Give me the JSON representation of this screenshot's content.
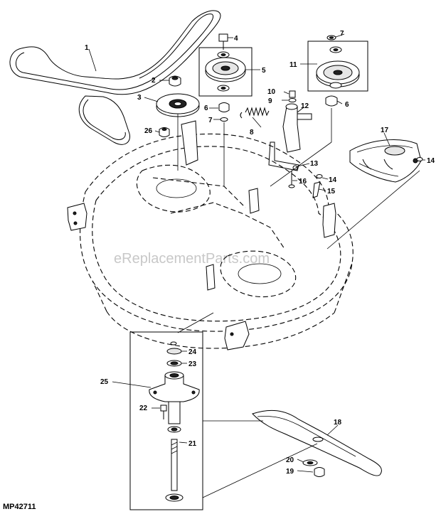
{
  "diagram": {
    "code": "MP42711",
    "watermark": "eReplacementParts.com",
    "callouts": [
      "1",
      "2",
      "3",
      "4",
      "5",
      "6",
      "6",
      "7",
      "7",
      "8",
      "9",
      "10",
      "11",
      "12",
      "13",
      "14",
      "14",
      "15",
      "16",
      "17",
      "18",
      "19",
      "20",
      "21",
      "22",
      "23",
      "24",
      "25",
      "26"
    ],
    "icons": {
      "belt": "belt-icon",
      "pulley": "pulley-icon",
      "deck": "mower-deck-icon",
      "spindle": "spindle-icon",
      "blade": "blade-icon",
      "shield": "belt-shield-icon"
    }
  }
}
